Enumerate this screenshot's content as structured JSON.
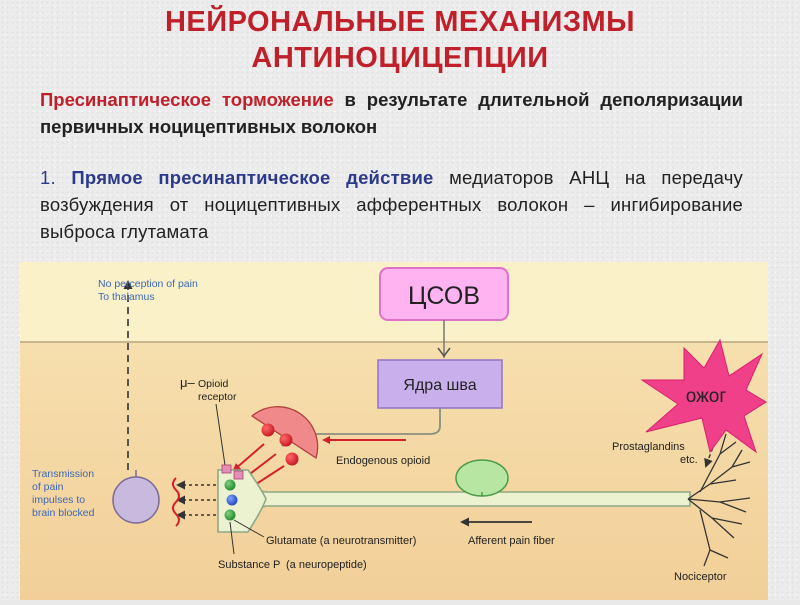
{
  "title": {
    "line1": "НЕЙРОНАЛЬНЫЕ МЕХАНИЗМЫ",
    "line2": "АНТИНОЦИЦЕПЦИИ"
  },
  "paragraph1": {
    "highlight": "Пресинаптическое торможение",
    "rest": " в результате длительной деполяризации первичных ноцицептивных волокон"
  },
  "paragraph2": {
    "number": "1.",
    "highlight": " Прямое пресинаптическое действие",
    "rest": " медиаторов АНЦ на передачу возбуждения от ноцицептивных афферентных волокон – ингибирование выброса глутамата"
  },
  "diagram": {
    "csov_label": "ЦСОВ",
    "raphe_label": "Ядра шва",
    "burn_label": "ожог",
    "no_perception_line1": "No perception of pain",
    "no_perception_line2": "To thalamus",
    "mu_symbol": "μ–",
    "opioid_line1": "Opioid",
    "opioid_line2": "receptor",
    "endogenous_opioid": "Endogenous opioid",
    "prostaglandins_line1": "Prostaglandins",
    "prostaglandins_line2": "etc.",
    "transmission_line1": "Transmission",
    "transmission_line2": "of pain",
    "transmission_line3": "impulses to",
    "transmission_line4": "brain blocked",
    "glutamate": "Glutamate (a neurotransmitter)",
    "substance_p": "Substance P",
    "neuropeptide": "(a neuropeptide)",
    "afferent": "Afferent pain fiber",
    "nociceptor": "Nociceptor",
    "colors": {
      "title_red": "#c0202a",
      "csov_fill": "#ffb3f0",
      "csov_stroke": "#e070c8",
      "raphe_fill": "#c9b0ec",
      "burn_fill": "#f0408a",
      "tissue_top": "#faf0c4",
      "tissue_bottom": "#f4d4a2",
      "caption_blue": "#3b68b8",
      "axon_fill": "#ecf2cf",
      "axon_stroke": "#8fa888",
      "vesicle_red": "#d81f2a",
      "arrow_red": "#d2232d"
    }
  }
}
